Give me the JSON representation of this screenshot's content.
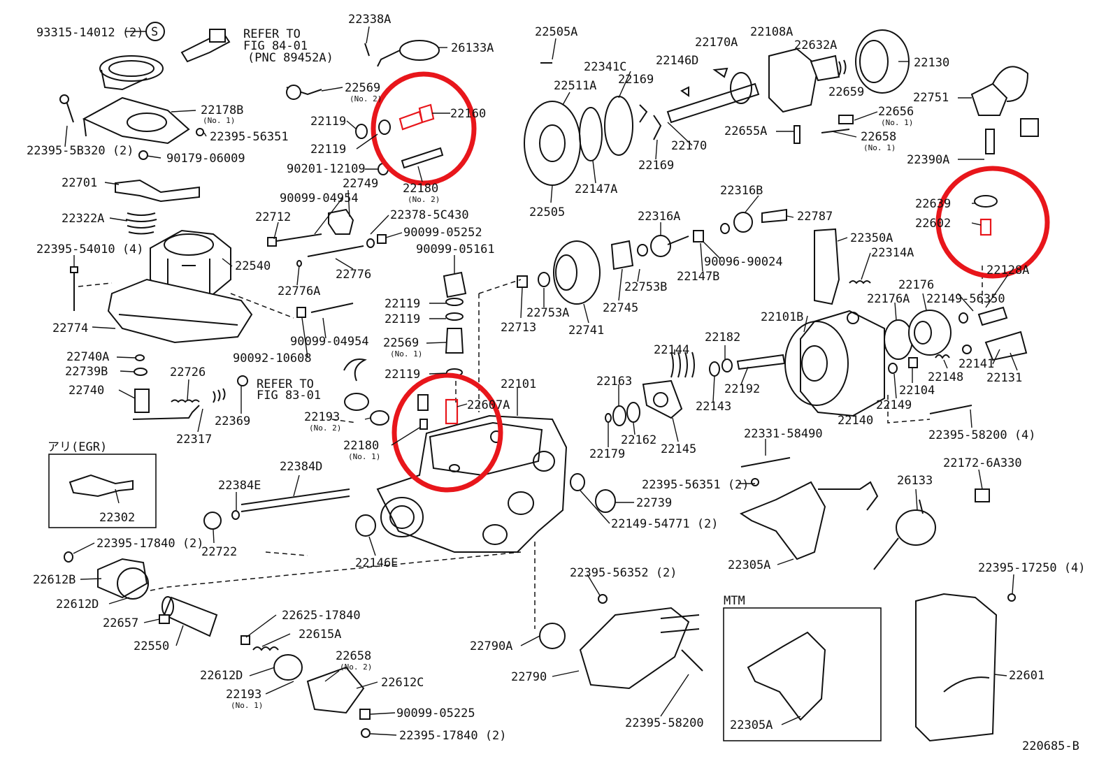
{
  "diagram": {
    "figure_code": "220685-B",
    "section_labels": {
      "egr": "アリ(EGR)",
      "mtm": "MTM"
    },
    "reference_notes": {
      "fig84": [
        "REFER TO",
        "FIG 84-01",
        "(PNC 89452A)"
      ],
      "fig83": [
        "REFER TO",
        "FIG 83-01"
      ]
    },
    "symbol_s": "S",
    "highlight_color": "#e8161b",
    "labels": {
      "p93315": "93315-14012 (2)",
      "p22338A": "22338A",
      "p26133A": "26133A",
      "p22505A": "22505A",
      "p22170A": "22170A",
      "p22108A": "22108A",
      "p22632A": "22632A",
      "p22146D": "22146D",
      "p22130": "22130",
      "p22341C": "22341C",
      "p22511A": "22511A",
      "p22169a": "22169",
      "p22659": "22659",
      "p22751": "22751",
      "p22569a": "22569",
      "p22569a_sub": "(No. 2)",
      "p22160": "22160",
      "p22178B": "22178B",
      "p22178B_sub": "(No. 1)",
      "p22119a": "22119",
      "p22395_56351a": "22395-56351",
      "p22119b": "22119",
      "p22395_5B320": "22395-5B320 (2)",
      "p90179": "90179-06009",
      "p90201": "90201-12109",
      "p22180a": "22180",
      "p22180a_sub": "(No. 2)",
      "p22170": "22170",
      "p22169b": "22169",
      "p22147A": "22147A",
      "p22505": "22505",
      "p22656": "22656",
      "p22656_sub": "(No. 1)",
      "p22655A": "22655A",
      "p22658a": "22658",
      "p22658a_sub": "(No. 1)",
      "p22390A": "22390A",
      "p22701": "22701",
      "p22749": "22749",
      "p22322A": "22322A",
      "p22712": "22712",
      "p90099_04954a": "90099-04954",
      "p22378": "22378-5C430",
      "p90099_05252": "90099-05252",
      "p22316B": "22316B",
      "p22787": "22787",
      "p22639": "22639",
      "p22602": "22602",
      "p22316A": "22316A",
      "p22395_54010": "22395-54010 (4)",
      "p22540": "22540",
      "p90099_05161": "90099-05161",
      "p22776": "22776",
      "p22776A": "22776A",
      "p22350A": "22350A",
      "p22314A": "22314A",
      "p90096": "90096-90024",
      "p22128A": "22128A",
      "p22753B": "22753B",
      "p22147B": "22147B",
      "p22745": "22745",
      "p22119c": "22119",
      "p22119d": "22119",
      "p22753A": "22753A",
      "p22713": "22713",
      "p22741": "22741",
      "p22774": "22774",
      "p90099_04954b": "90099-04954",
      "p22176": "22176",
      "p22176A": "22176A",
      "p22149_56350": "22149-56350",
      "p22101B": "22101B",
      "p22569b": "22569",
      "p22569b_sub": "(No. 1)",
      "p22182": "22182",
      "p22144": "22144",
      "p22740A": "22740A",
      "p90092": "90092-10608",
      "p22739B": "22739B",
      "p22726": "22726",
      "p22119e": "22119",
      "p22141": "22141",
      "p22148": "22148",
      "p22131": "22131",
      "p22192": "22192",
      "p22104": "22104",
      "p22740": "22740",
      "p22163": "22163",
      "p22101": "22101",
      "p22607A": "22607A",
      "p22143": "22143",
      "p22149": "22149",
      "p22369": "22369",
      "p22193a": "22193",
      "p22193a_sub": "(No. 2)",
      "p22140": "22140",
      "p22317": "22317",
      "p22162": "22162",
      "p22145": "22145",
      "p22395_58200_4": "22395-58200 (4)",
      "p22180b": "22180",
      "p22180b_sub": "(No. 1)",
      "p22331": "22331-58490",
      "p22179": "22179",
      "p22172": "22172-6A330",
      "p22384D": "22384D",
      "p26133": "26133",
      "p22384E": "22384E",
      "p22395_56351b": "22395-56351 (2)",
      "p22302": "22302",
      "p22739": "22739",
      "p22149_54771": "22149-54771 (2)",
      "p22722": "22722",
      "p22395_17840a": "22395-17840 (2)",
      "p22146E": "22146E",
      "p22305Aa": "22305A",
      "p22612B": "22612B",
      "p22395_56352": "22395-56352 (2)",
      "p22395_17250": "22395-17250 (4)",
      "p22612D": "22612D",
      "p22657": "22657",
      "p22625": "22625-17840",
      "p22615A": "22615A",
      "p22550": "22550",
      "p22790A": "22790A",
      "p22658b": "22658",
      "p22658b_sub": "(No. 2)",
      "p22612Dd": "22612D",
      "p22612C": "22612C",
      "p22790": "22790",
      "p22601": "22601",
      "p22193b": "22193",
      "p22193b_sub": "(No. 1)",
      "p90099_05225": "90099-05225",
      "p22395_58200": "22395-58200",
      "p22305Ab": "22305A",
      "p22395_17840b": "22395-17840 (2)"
    }
  }
}
